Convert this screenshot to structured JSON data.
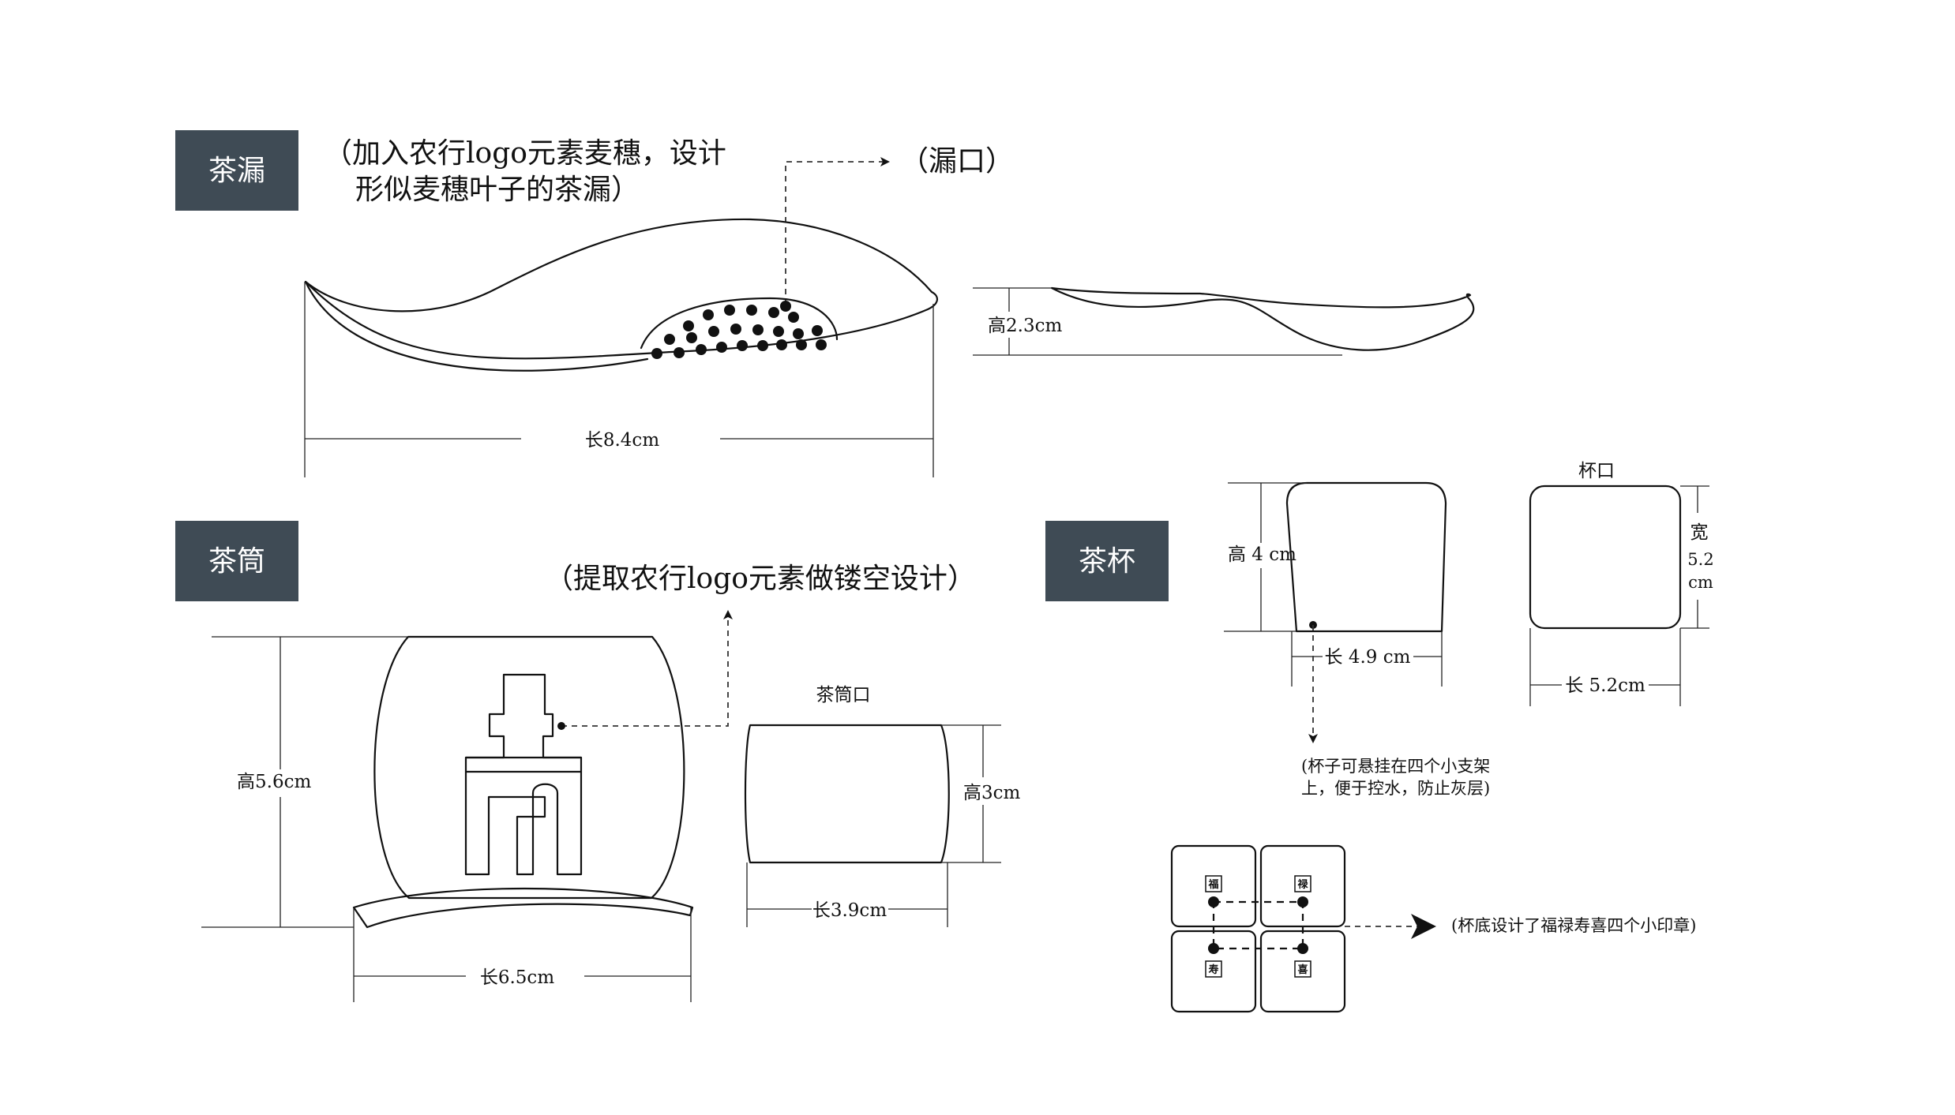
{
  "colors": {
    "tag_bg": "#3f4b55",
    "line": "#111111",
    "background": "#ffffff"
  },
  "sections": {
    "tea_strainer": {
      "tag": "茶漏",
      "note_line1": "（加入农行logo元素麦穗，设计",
      "note_line2": "形似麦穗叶子的茶漏）",
      "spout_callout": "（漏口）",
      "length_label": "长8.4cm",
      "height_label": "高2.3cm"
    },
    "tea_canister": {
      "tag": "茶筒",
      "note": "（提取农行logo元素做镂空设计）",
      "height_label": "高5.6cm",
      "base_length_label": "长6.5cm",
      "mouth_title": "茶筒口",
      "mouth_height_label": "高3cm",
      "mouth_length_label": "长3.9cm"
    },
    "tea_cup": {
      "tag": "茶杯",
      "height_label": "高 4  cm",
      "length_label": "长 4.9 cm",
      "rim_title": "杯口",
      "width_label_1": "宽",
      "width_label_2": "5.2",
      "width_label_3": "cm",
      "rim_length_label": "长 5.2cm",
      "hang_note_line1": "(杯子可悬挂在四个小支架",
      "hang_note_line2": "上，便于控水，防止灰层)",
      "seals": [
        "福",
        "禄",
        "寿",
        "喜"
      ],
      "seal_note": "(杯底设计了福禄寿喜四个小印章)"
    }
  }
}
